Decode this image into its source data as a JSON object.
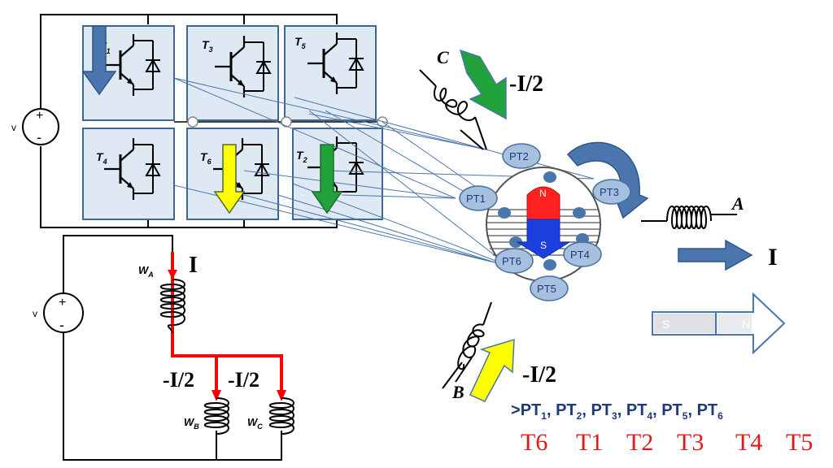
{
  "inverter": {
    "switches": [
      {
        "id": "T1",
        "label_letter": "T",
        "label_sub": "1"
      },
      {
        "id": "T3",
        "label_letter": "T",
        "label_sub": "3"
      },
      {
        "id": "T5",
        "label_letter": "T",
        "label_sub": "5"
      },
      {
        "id": "T4",
        "label_letter": "T",
        "label_sub": "4"
      },
      {
        "id": "T6",
        "label_letter": "T",
        "label_sub": "6"
      },
      {
        "id": "T2",
        "label_letter": "T",
        "label_sub": "2"
      }
    ],
    "source_label": "v"
  },
  "winding": {
    "source_label": "v",
    "wa_letter": "W",
    "wa_sub": "A",
    "wb_letter": "W",
    "wb_sub": "B",
    "wc_letter": "W",
    "wc_sub": "C",
    "current_a": "I",
    "current_b": "-I/2",
    "current_c": "-I/2"
  },
  "motor": {
    "coil_c_label": "C",
    "coil_c_current": "-I/2",
    "coil_a_label": "A",
    "coil_a_current": "I",
    "coil_b_label": "B",
    "coil_b_current": "-I/2",
    "sensors": [
      "PT2",
      "PT1",
      "PT3",
      "PT4",
      "PT6",
      "PT5"
    ],
    "rotor_north": "N",
    "rotor_south": "S",
    "magnet_south": "S",
    "magnet_north": "N"
  },
  "sequence": {
    "prefix": ">",
    "sensors": [
      {
        "letter": "PT",
        "sub": "1"
      },
      {
        "letter": "PT",
        "sub": "2"
      },
      {
        "letter": "PT",
        "sub": "3"
      },
      {
        "letter": "PT",
        "sub": "4"
      },
      {
        "letter": "PT",
        "sub": "5"
      },
      {
        "letter": "PT",
        "sub": "6"
      }
    ],
    "switches": [
      "T6",
      "T1",
      "T2",
      "T3",
      "T4",
      "T5"
    ]
  },
  "colors": {
    "panel_fill": "#dfe9f3",
    "panel_stroke": "#3d6794",
    "blue_arrow": "#4a76ad",
    "yellow_arrow": "#ffff00",
    "green_arrow": "#22a23a",
    "red_current": "#ff0000",
    "rotor_north": "#ff2020",
    "rotor_south": "#1c3fe0",
    "sensor_fill": "#a6c0e0",
    "sensor_stroke": "#4a6fa0",
    "sequence_red": "#e01818",
    "sequence_blue": "#1f3a78"
  }
}
